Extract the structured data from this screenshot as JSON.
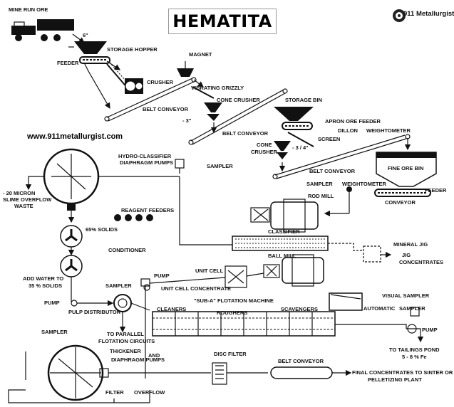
{
  "title": "HEMATITA",
  "brand": {
    "name": "911 Metallurgist"
  },
  "website": "www.911metallurgist.com",
  "labels": {
    "mine_run_ore": "MINE RUN ORE",
    "six_inch": "6\"",
    "storage_hopper": "STORAGE HOPPER",
    "feeder": "FEEDER",
    "magnet": "MAGNET",
    "crusher": "CRUSHER",
    "vibrating_grizzly": "VIBRATING GRIZZLY",
    "cone_crusher": "CONE CRUSHER",
    "storage_bin": "STORAGE BIN",
    "belt_conveyor_1": "BELT CONVEYOR",
    "minus_3": "- 3\"",
    "belt_conveyor_2": "BELT CONVEYOR",
    "apron_ore_feeder": "APRON ORE FEEDER",
    "dillon": "DILLON",
    "screen": "SCREEN",
    "weightometer_1": "WEIGHTOMETER",
    "cone": "CONE",
    "crusher_2": "CRUSHER",
    "minus_3_4": "- 3 / 4\"",
    "belt_conveyor_3": "BELT CONVEYOR",
    "fine_ore_bin": "FINE ORE BIN",
    "hydro_classifier_1": "HYDRO-CLASSIFIER",
    "diaphragm_pumps": "DIAPHRAGM PUMPS",
    "sampler_1": "SAMPLER",
    "sampler_2": "SAMPLER",
    "weightometer_2": "WEIGHTOMETER",
    "feeder_2": "FEEDER",
    "rod_mill": "ROD MILL",
    "conveyor": "CONVEYOR",
    "twenty_micron": "- 20 MICRON",
    "slime_overflow": "SLIME OVERFLOW",
    "waste": "WASTE",
    "reagent_feeders": "REAGENT FEEDERS",
    "sixty_five_solids": "65% SOLIDS",
    "classifier": "CLASSIFIER",
    "conditioner": "CONDITIONER",
    "mineral_jig": "MINERAL JIG",
    "ball_mill": "BALL MILL",
    "jig": "JIG",
    "concentrates": "CONCENTRATES",
    "add_water": "ADD WATER TO",
    "thirty_five_solids": "35 % SOLIDS",
    "unit_cell": "UNIT CELL",
    "pump_1": "PUMP",
    "unit_cell_concentrate": "UNIT CELL CONCENTRATE",
    "sampler_3": "SAMPLER",
    "pump_2": "PUMP",
    "pulp_distributor": "PULP DISTRIBUTOR",
    "sub_a": "\"SUB-A\" FLOTATION MACHINE",
    "visual_sampler": "VISUAL SAMPLER",
    "cleaners": "CLEANERS",
    "roughers": "ROUGHERS",
    "scavengers": "SCAVENGERS",
    "automatic": "AUTOMATIC",
    "sampler_4": "SAMPLER",
    "sampler_5": "SAMPLER",
    "to_parallel": "TO PARALLEL",
    "flotation_circuits": "FLOTATION CIRCUITS",
    "pump_3": "PUMP",
    "thickener": "THICKENER",
    "and": "AND",
    "diaphragm_pumps_2": "DIAPHRAGM PUMPS",
    "to_tailings_pond": "TO TAILINGS POND",
    "fe_range": "5 - 8 % Fe",
    "disc_filter": "DISC FILTER",
    "belt_conveyor_4": "BELT CONVEYOR",
    "final_concentrates": "FINAL CONCENTRATES TO SINTER OR",
    "pelletizing_plant": "PELLETIZING   PLANT",
    "filter": "FILTER",
    "overflow": "OVERFLOW"
  }
}
